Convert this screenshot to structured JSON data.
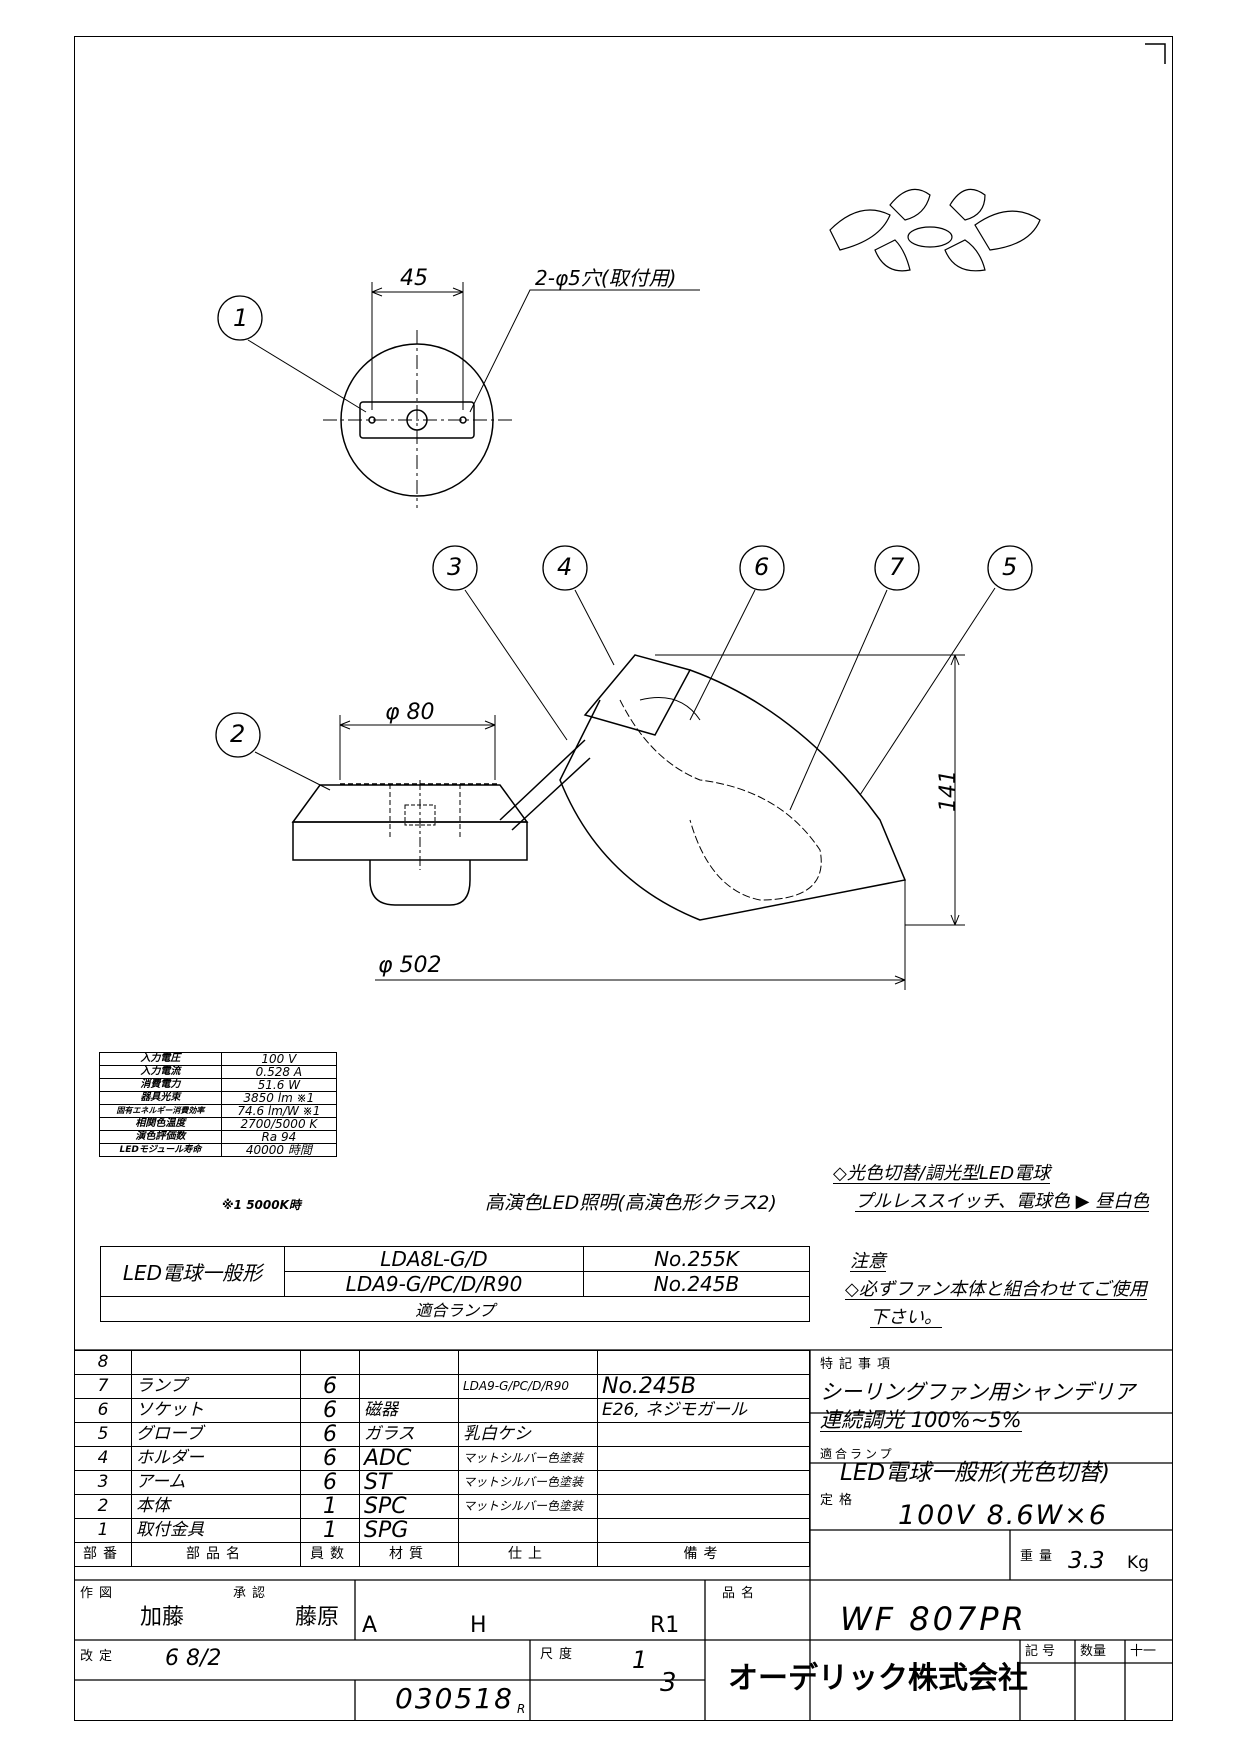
{
  "drawing": {
    "dims": {
      "mount_width": "45",
      "mount_holes": "2-φ5穴(取付用)",
      "body_diameter": "φ 80",
      "overall_diameter": "φ 502",
      "height": "141"
    },
    "balloons": [
      "1",
      "2",
      "3",
      "4",
      "5",
      "6",
      "7"
    ]
  },
  "specs": [
    {
      "label": "入力電圧",
      "value": "100 V"
    },
    {
      "label": "入力電流",
      "value": "0.528 A"
    },
    {
      "label": "消費電力",
      "value": "51.6 W"
    },
    {
      "label": "器具光束",
      "value": "3850 lm  ※1"
    },
    {
      "label": "固有エネルギー消費効率",
      "value": "74.6 lm/W  ※1"
    },
    {
      "label": "相関色温度",
      "value": "2700/5000 K"
    },
    {
      "label": "演色評価数",
      "value": "Ra 94"
    },
    {
      "label": "LEDモジュール寿命",
      "value": "40000 時間"
    }
  ],
  "spec_note": "※1 5000K時",
  "high_cri_label": "高演色LED照明(高演色形クラス2)",
  "feature_note": {
    "line1": "◇光色切替/調光型LED電球",
    "line2": "プルレススイッチ、電球色 ▶ 昼白色"
  },
  "lamps": {
    "type": "LED電球一般形",
    "rows": [
      {
        "model": "LDA8L-G/D",
        "no": "No.255K"
      },
      {
        "model": "LDA9-G/PC/D/R90",
        "no": "No.245B"
      }
    ],
    "footer": "適合ランプ"
  },
  "caution": {
    "title": "注意",
    "line1": "◇必ずファン本体と組合わせてご使用",
    "line2": "下さい。"
  },
  "bom": [
    {
      "no": "8",
      "name": "",
      "qty": "",
      "material": "",
      "finish": "",
      "note": ""
    },
    {
      "no": "7",
      "name": "ランプ",
      "qty": "6",
      "material": "",
      "finish": "LDA9-G/PC/D/R90",
      "note": "No.245B"
    },
    {
      "no": "6",
      "name": "ソケット",
      "qty": "6",
      "material": "磁器",
      "finish": "",
      "note": "E26, ネジモガール"
    },
    {
      "no": "5",
      "name": "グローブ",
      "qty": "6",
      "material": "ガラス",
      "finish": "乳白ケシ",
      "note": ""
    },
    {
      "no": "4",
      "name": "ホルダー",
      "qty": "6",
      "material": "ADC",
      "finish": "マットシルバー色塗装",
      "note": ""
    },
    {
      "no": "3",
      "name": "アーム",
      "qty": "6",
      "material": "ST",
      "finish": "マットシルバー色塗装",
      "note": ""
    },
    {
      "no": "2",
      "name": "本体",
      "qty": "1",
      "material": "SPC",
      "finish": "マットシルバー色塗装",
      "note": ""
    },
    {
      "no": "1",
      "name": "取付金具",
      "qty": "1",
      "material": "SPG",
      "finish": "",
      "note": ""
    }
  ],
  "bom_headers": {
    "no": "部番",
    "name": "部品名",
    "qty": "員数",
    "material": "材質",
    "finish": "仕上",
    "note": "備考"
  },
  "special_notes": {
    "title": "特記事項",
    "line1": "シーリングファン用シャンデリア",
    "line2": "連続調光 100%~5%"
  },
  "applicable_lamp": {
    "title": "適合ランプ",
    "value": "LED電球一般形(光色切替)"
  },
  "rating": {
    "title": "定格",
    "value": "100V 8.6W×6"
  },
  "weight": {
    "title": "重量",
    "value": "3.3",
    "unit": "Kg"
  },
  "title_block": {
    "drawn_label": "作図",
    "drawn_by": "加藤",
    "approved_label": "承認",
    "approved_by": "藤原",
    "code_a": "A",
    "code_h": "H",
    "rev": "R1",
    "product_label": "品名",
    "product": "WF 807PR",
    "revision_label": "改定",
    "revision_date": "6 8/2",
    "scale_label": "尺度",
    "scale_num": "1",
    "scale_den": "3",
    "date_code": "030518",
    "date_suffix": "R",
    "company": "オーデリック株式会社",
    "symbol_label": "記号",
    "qty_label": "数量",
    "cross_label": "十一"
  }
}
